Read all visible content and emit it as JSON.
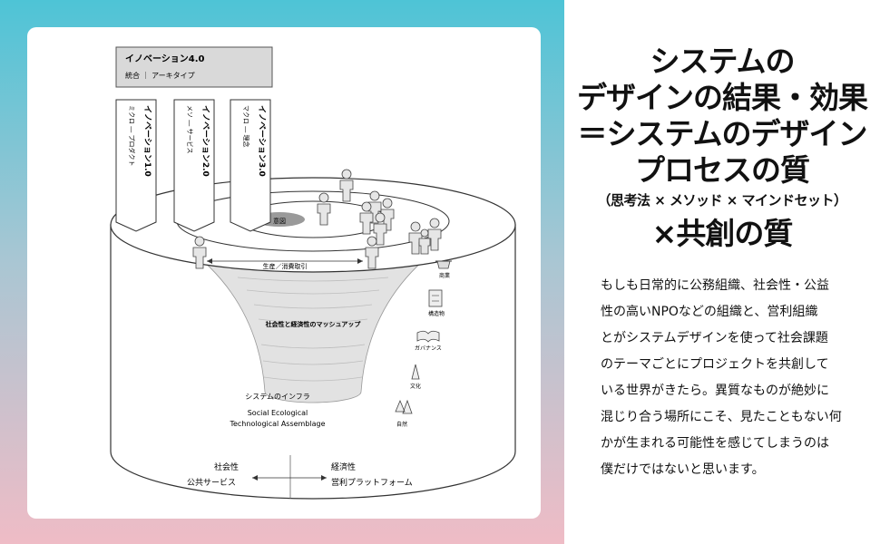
{
  "diagram": {
    "header_box": {
      "title": "イノベーション4.0",
      "subtitle": "統合 ｜ アーキタイプ"
    },
    "arrows": [
      {
        "title": "イノベーション1.0",
        "sub": "ミクロ ― プロダクト"
      },
      {
        "title": "イノベーション2.0",
        "sub": "メソ ― サービス"
      },
      {
        "title": "イノベーション3.0",
        "sub": "マクロ ― 理念"
      }
    ],
    "core_label": "意図",
    "exchange_label": "生産／消費取引",
    "mashup_label": "社会性と経済性のマッシュアップ",
    "infra_label": "システムのインフラ",
    "infra_en": [
      "Social Ecological",
      "Technological Assemblage"
    ],
    "side_labels": [
      "商業",
      "構造物",
      "ガバナンス",
      "文化",
      "自然"
    ],
    "axis": {
      "left_title": "社会性",
      "left_sub": "公共サービス",
      "right_title": "経済性",
      "right_sub": "営利プラットフォーム"
    }
  },
  "headline": {
    "lines": [
      "システムの",
      "デザインの結果・効果",
      "＝システムのデザイン",
      "プロセスの質"
    ],
    "sub": "（思考法 × メソッド × マインドセット）",
    "last": "×共創の質"
  },
  "body_lines": [
    "もしも日常的に公務組織、社会性・公益",
    "性の高いNPOなどの組織と、営利組織",
    "とがシステムデザインを使って社会課題",
    "のテーマごとにプロジェクトを共創して",
    "いる世界がきたら。異質なものが絶妙に",
    "混じり合う場所にこそ、見たこともない何",
    "かが生まれる可能性を感じてしまうのは",
    "僕だけではないと思います。"
  ]
}
